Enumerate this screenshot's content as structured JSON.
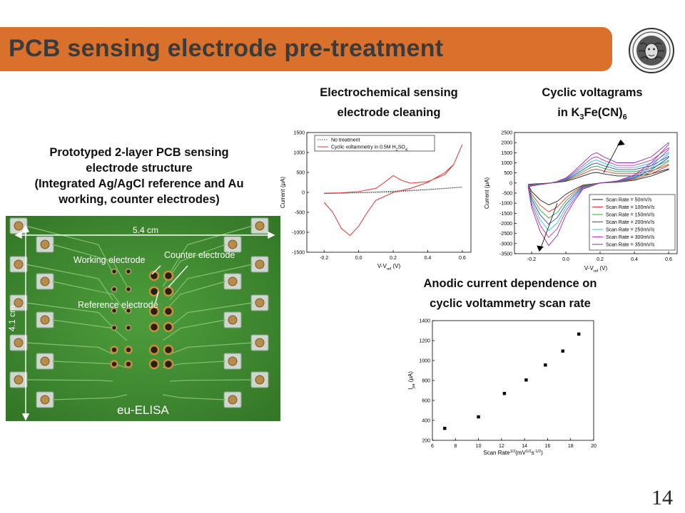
{
  "slide": {
    "title": "PCB sensing electrode pre-treatment",
    "page_number": "14",
    "colors": {
      "banner": "#d9702b",
      "title_text": "#3b3b3b"
    }
  },
  "pcb_section": {
    "caption_lines": [
      "Prototyped 2-layer PCB sensing",
      "electrode structure",
      "(Integrated Ag/AgCl reference and Au",
      "working, counter electrodes)"
    ],
    "photo": {
      "width_label": "5.4 cm",
      "height_label": "4.1 cm",
      "working_label": "Working electrode",
      "counter_label": "Counter electrode",
      "reference_label": "Reference electrode",
      "board_text": "eu-ELISA"
    }
  },
  "cleaning_section": {
    "caption_lines": [
      "Electrochemical sensing",
      "electrode cleaning"
    ]
  },
  "cv_section": {
    "caption_line1": "Cyclic voltagrams",
    "caption_line2_pre": "in K",
    "caption_sub1": "3",
    "caption_line2_mid": "Fe(CN)",
    "caption_sub2": "6"
  },
  "anodic_section": {
    "caption_lines": [
      "Anodic current dependence on",
      "cyclic voltammetry scan rate"
    ]
  },
  "chart_data": [
    {
      "type": "line",
      "xlabel": "V-V",
      "xlabel_sub": "ref",
      "xlabel_unit": " (V)",
      "ylabel": "Current (μA)",
      "xlim": [
        -0.3,
        0.65
      ],
      "ylim": [
        -1500,
        1500
      ],
      "xticks": [
        "-0.2",
        "0.0",
        "0.2",
        "0.4",
        "0.6"
      ],
      "yticks": [
        "1500",
        "1000",
        "500",
        "0",
        "-500",
        "-1000",
        "-1500"
      ],
      "legend": "top-left",
      "series": [
        {
          "name": "No treatment",
          "color": "#444444",
          "style": "dotted",
          "x": [
            -0.2,
            -0.1,
            0.0,
            0.1,
            0.2,
            0.3,
            0.4,
            0.5,
            0.6,
            0.5,
            0.4,
            0.3,
            0.2,
            0.1,
            0.0,
            -0.1,
            -0.2
          ],
          "y": [
            -30,
            -20,
            -10,
            10,
            30,
            50,
            70,
            100,
            130,
            100,
            70,
            40,
            10,
            0,
            -10,
            -20,
            -30
          ]
        },
        {
          "name": "Cyclic voltammetry in 0.5M H",
          "name_sub": "2",
          "name_end": "SO",
          "name_sub2": "4",
          "color": "#e8322b",
          "style": "solid",
          "x": [
            -0.2,
            -0.1,
            0.0,
            0.1,
            0.15,
            0.2,
            0.25,
            0.3,
            0.4,
            0.5,
            0.55,
            0.6,
            0.55,
            0.5,
            0.4,
            0.3,
            0.2,
            0.1,
            0.05,
            0.0,
            -0.05,
            -0.1,
            -0.15,
            -0.2
          ],
          "y": [
            -20,
            -10,
            20,
            100,
            250,
            420,
            300,
            230,
            270,
            450,
            700,
            1200,
            700,
            500,
            250,
            100,
            0,
            -200,
            -500,
            -850,
            -1080,
            -900,
            -500,
            -250
          ]
        }
      ]
    },
    {
      "type": "line",
      "xlabel": "V-V",
      "xlabel_sub": "ref",
      "xlabel_unit": " (V)",
      "ylabel": "Current (μA)",
      "xlim": [
        -0.3,
        0.65
      ],
      "ylim": [
        -3500,
        2500
      ],
      "xticks": [
        "-0.2",
        "0.0",
        "0.2",
        "0.4",
        "0.6"
      ],
      "yticks": [
        "2500",
        "2000",
        "1500",
        "1000",
        "500",
        "0",
        "-500",
        "-1000",
        "-1500",
        "-2000",
        "-2500",
        "-3000",
        "-3500"
      ],
      "legend": "bottom-right",
      "series": [
        {
          "name": "Scan Rate = 50mV/s",
          "color": "#222222",
          "scale": 0.35
        },
        {
          "name": "Scan Rate = 100mV/s",
          "color": "#e8322b",
          "scale": 0.46
        },
        {
          "name": "Scan Rate = 150mV/s",
          "color": "#2eaa3a",
          "scale": 0.56
        },
        {
          "name": "Scan Rate = 200mV/s",
          "color": "#3040d0",
          "scale": 0.66
        },
        {
          "name": "Scan Rate = 250mV/s",
          "color": "#2bc0d0",
          "scale": 0.76
        },
        {
          "name": "Scan Rate = 300mV/s",
          "color": "#c030c0",
          "scale": 0.87
        },
        {
          "name": "Scan Rate = 350mV/s",
          "color": "#9030a0",
          "scale": 1.0
        }
      ]
    },
    {
      "type": "scatter",
      "xlabel": "Scan Rate",
      "xlabel_sup": "1/2",
      "xlabel_unit": "(mV",
      "xlabel_sup2": "1/2",
      "xlabel_unit2": "s",
      "xlabel_sup3": "-1/2",
      "xlabel_end": ")",
      "ylabel": "I",
      "ylabel_sub": "pa",
      "ylabel_unit": " (μA)",
      "xlim": [
        6,
        20
      ],
      "ylim": [
        200,
        1400
      ],
      "xticks": [
        "6",
        "8",
        "10",
        "12",
        "14",
        "16",
        "18",
        "20"
      ],
      "yticks": [
        "1400",
        "1200",
        "1000",
        "800",
        "600",
        "400",
        "200"
      ],
      "x": [
        7.07,
        10.0,
        12.25,
        14.14,
        15.81,
        17.32,
        18.71
      ],
      "y": [
        320,
        435,
        670,
        805,
        955,
        1095,
        1265
      ]
    }
  ]
}
